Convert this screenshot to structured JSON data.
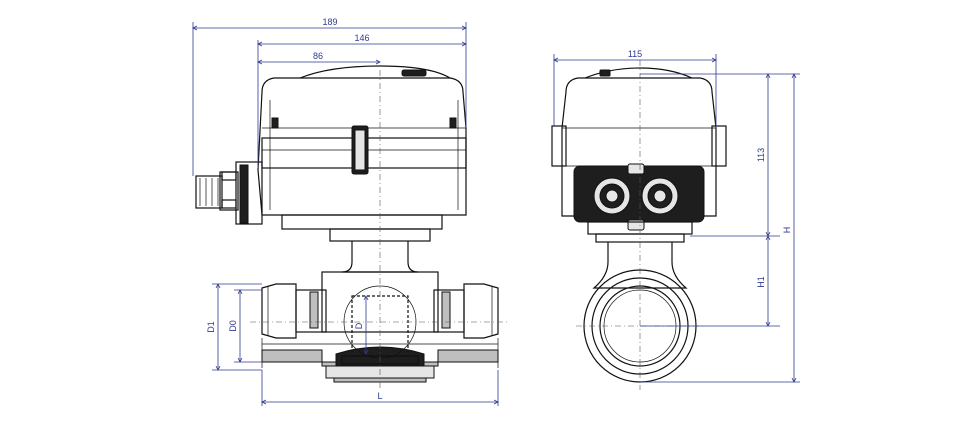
{
  "dimensions": {
    "front_width_total": "189",
    "front_width_body": "146",
    "front_width_half": "86",
    "side_width": "115",
    "side_height_actuator": "113",
    "side_height_total": "H",
    "side_height_lower": "H1",
    "flange_outer_diameter": "D1",
    "flange_inner_diameter": "D0",
    "bore_diameter": "D",
    "face_to_face_length": "L"
  },
  "colors": {
    "dimension_line": "#2f3a8f",
    "outline": "#111111",
    "hatch": "#bfbfbf"
  }
}
